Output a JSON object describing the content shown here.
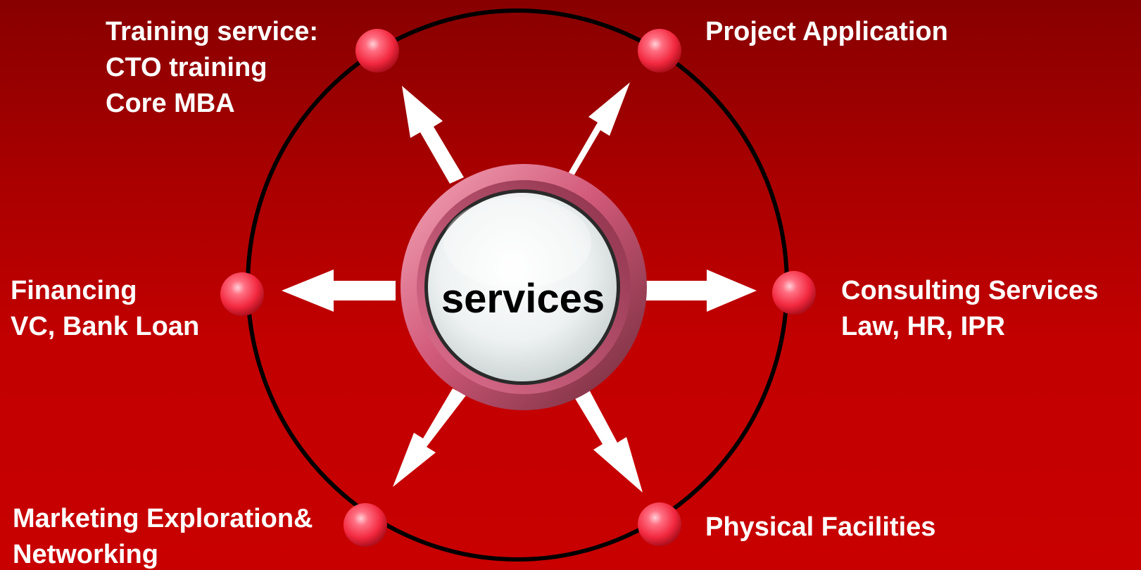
{
  "center": {
    "label": "services"
  },
  "nodes": {
    "training": {
      "lines": [
        "Training service:",
        "CTO training",
        "Core MBA"
      ]
    },
    "project": {
      "lines": [
        "Project Application"
      ]
    },
    "financing": {
      "lines": [
        "Financing",
        "VC, Bank Loan"
      ]
    },
    "consulting": {
      "lines": [
        "Consulting Services",
        "Law, HR, IPR"
      ]
    },
    "marketing": {
      "lines": [
        "Marketing Exploration&",
        "Networking"
      ]
    },
    "physical": {
      "lines": [
        "Physical Facilities"
      ]
    }
  },
  "colors": {
    "background_top": "#880000",
    "background_bottom": "#c80000",
    "ring": "#000000",
    "node_dot": "#ff4a5f",
    "arrow": "#ffffff",
    "hub_rim": "#c8506e",
    "hub_face": "#e9eeee",
    "text": "#ffffff"
  }
}
